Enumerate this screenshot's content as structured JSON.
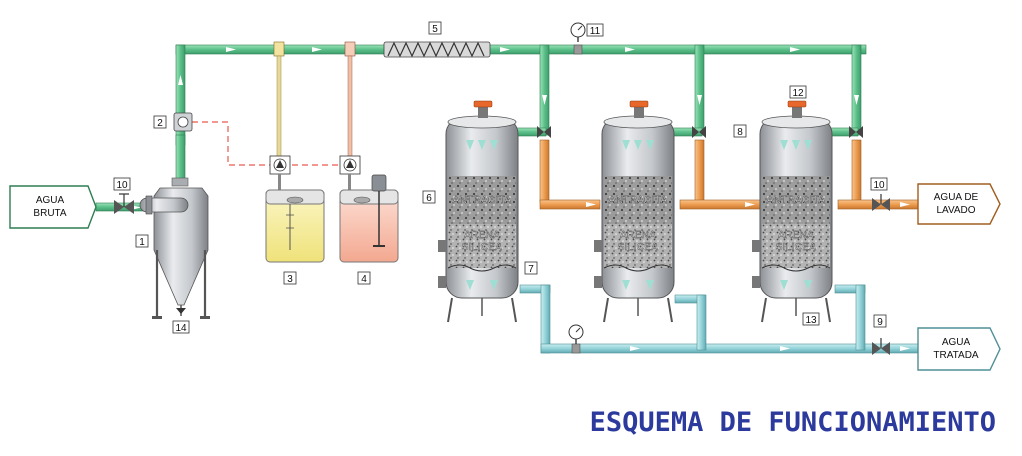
{
  "diagram": {
    "title": "ESQUEMA DE FUNCIONAMIENTO",
    "inlets_outlets": {
      "raw_water": [
        "AGUA",
        "BRUTA"
      ],
      "wash_water": [
        "AGUA DE",
        "LAVADO"
      ],
      "treated_water": [
        "AGUA",
        "TRATADA"
      ]
    },
    "media_layers": {
      "anthracite": "ANTRACITA",
      "silica_sand": [
        "ARENA",
        "SILICEA"
      ]
    },
    "tags": {
      "t1": "1",
      "t2": "2",
      "t3": "3",
      "t4": "4",
      "t5": "5",
      "t6": "6",
      "t7": "7",
      "t8": "8",
      "t9": "9",
      "t10a": "10",
      "t10b": "10",
      "t11": "11",
      "t12": "12",
      "t13": "13",
      "t14": "14"
    },
    "colors": {
      "raw_pipe": "#6fcf97",
      "wash_pipe": "#f2a65a",
      "treated_pipe": "#9bd8de",
      "vessel": "#c9ccd0",
      "title": "#2b3a9c",
      "dosing_line": "#e85a4f"
    }
  }
}
